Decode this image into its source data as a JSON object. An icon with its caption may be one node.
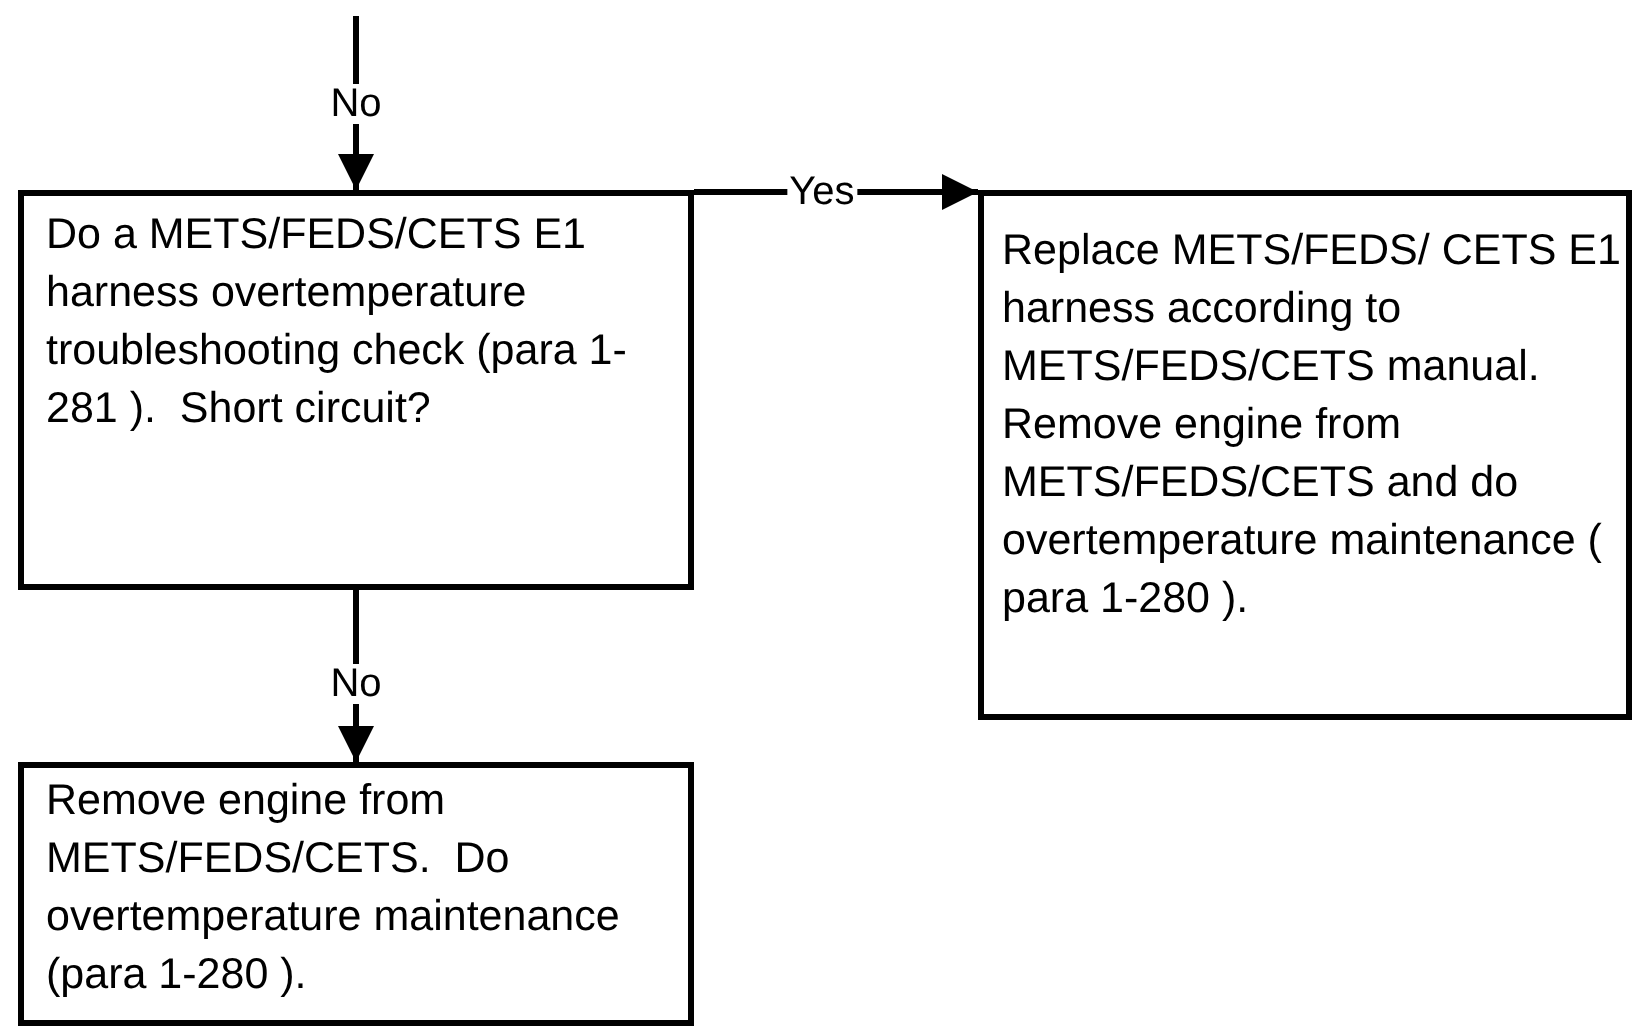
{
  "diagram": {
    "nodes": [
      {
        "text": [
          "Do a METS/FEDS/CETS E1 harness overtemperature troubleshooting check (para 1-281 ).  Short circuit?"
        ]
      },
      {
        "text": [
          "Replace METS/FEDS/ CETS E1 harness according to METS/FEDS/CETS manual.  Remove engine from METS/FEDS/CETS and do overtemperature maintenance ( para 1-280 )."
        ]
      },
      {
        "text": [
          "Remove engine from METS/FEDS/CETS.  Do overtemperature maintenance (para 1-280 )."
        ]
      }
    ],
    "edges": [
      {
        "from": null,
        "to": 0,
        "arrow": "to",
        "label": "No"
      },
      {
        "from": 0,
        "to": 1,
        "arrow": "to",
        "label": "Yes"
      },
      {
        "from": 0,
        "to": 2,
        "arrow": "to",
        "label": "No"
      }
    ]
  }
}
